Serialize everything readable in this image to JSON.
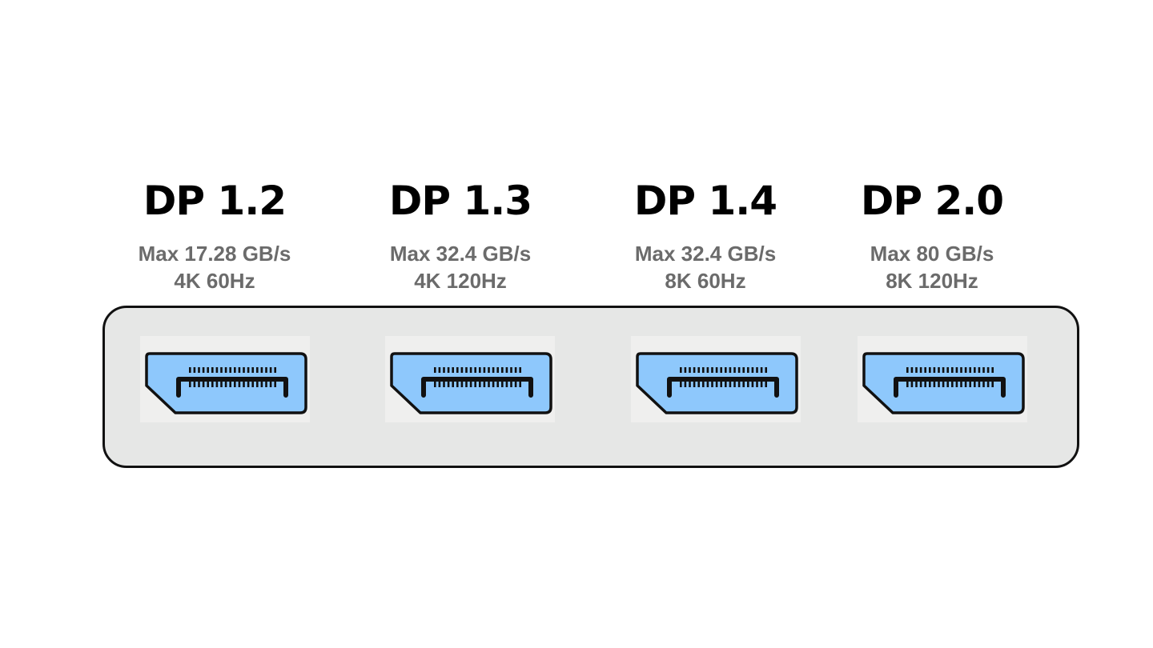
{
  "versions": [
    {
      "title": "DP 1.2",
      "bandwidth": "Max 17.28 GB/s",
      "resolution": "4K 60Hz"
    },
    {
      "title": "DP 1.3",
      "bandwidth": "Max 32.4 GB/s",
      "resolution": "4K 120Hz"
    },
    {
      "title": "DP 1.4",
      "bandwidth": "Max 32.4 GB/s",
      "resolution": "8K 60Hz"
    },
    {
      "title": "DP 2.0",
      "bandwidth": "Max 80 GB/s",
      "resolution": "8K 120Hz"
    }
  ],
  "icons": [
    "displayport-icon",
    "displayport-icon",
    "displayport-icon",
    "displayport-icon"
  ],
  "colors": {
    "title": "#000000",
    "spec_text": "#6b6b6b",
    "panel_fill": "#e6e7e6",
    "panel_border": "#111111",
    "port_fill": "#8ec8fc",
    "port_outline": "#111111"
  }
}
